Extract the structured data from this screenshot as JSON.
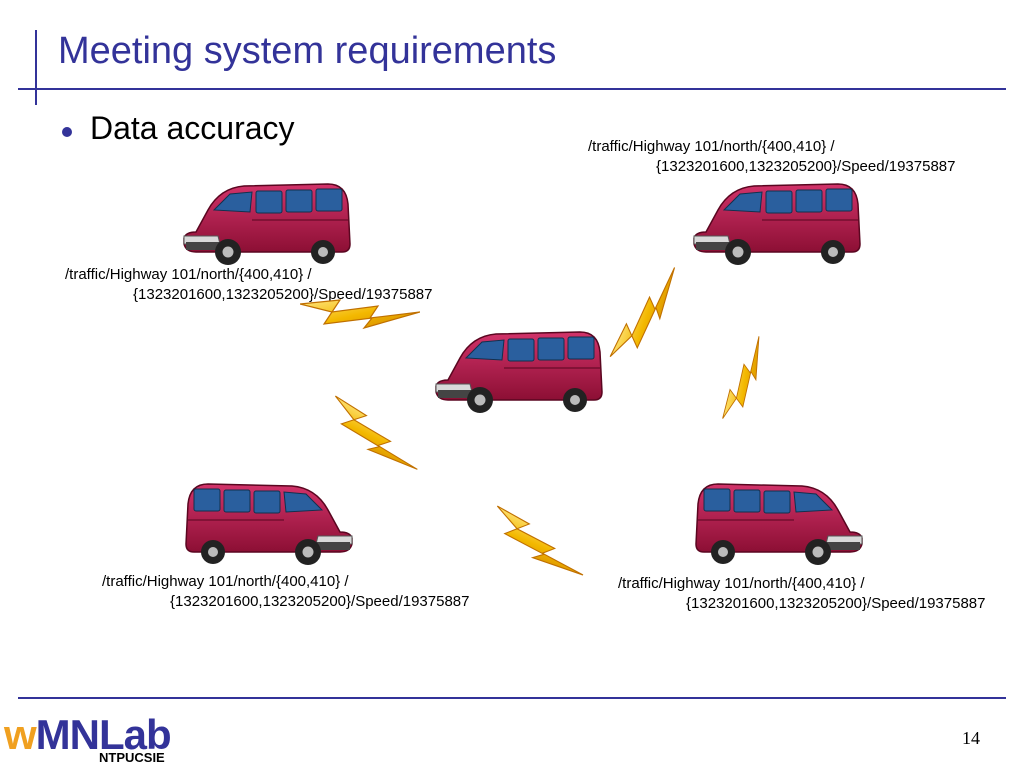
{
  "slide": {
    "title": "Meeting system requirements",
    "bullet": "Data accuracy",
    "page_number": "14"
  },
  "topics": {
    "top_right": {
      "line1": "/traffic/Highway 101/north/{400,410} /",
      "line2": "{1323201600,1323205200}/Speed/19375887"
    },
    "left": {
      "line1": "/traffic/Highway 101/north/{400,410} /",
      "line2": "{1323201600,1323205200}/Speed/19375887"
    },
    "bottom_left": {
      "line1": "/traffic/Highway 101/north/{400,410} /",
      "line2": "{1323201600,1323205200}/Speed/19375887"
    },
    "bottom_right": {
      "line1": "/traffic/Highway 101/north/{400,410} /",
      "line2": "{1323201600,1323205200}/Speed/19375887"
    }
  },
  "logo": {
    "text_part1": "w",
    "text_part2": "MN",
    "text_part3": "Lab",
    "subtitle": "NTPUCSIE"
  },
  "colors": {
    "accent": "#333399",
    "van_body": "#b01848",
    "bolt": "#f0b800"
  }
}
